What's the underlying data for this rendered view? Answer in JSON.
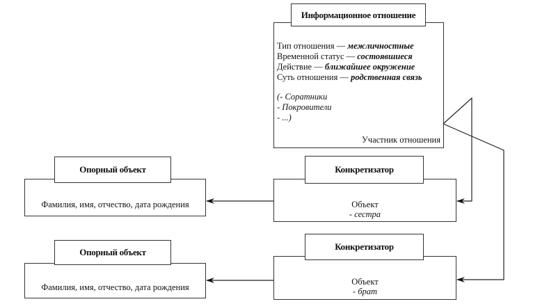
{
  "info_relation": {
    "title": "Информационное отношение",
    "attributes": [
      {
        "label": "Тип отношения —",
        "value": "межличностные"
      },
      {
        "label": "Временной статус —",
        "value": "состоявшиеся"
      },
      {
        "label": "Действие —",
        "value": "ближайшее окружение"
      },
      {
        "label": "Суть отношения —",
        "value": "родственная связь"
      }
    ],
    "alternatives": [
      "(- Соратники",
      "- Покровители",
      "- ...)"
    ],
    "footer": "Участник отношения"
  },
  "concretizers": [
    {
      "title": "Конкретизатор",
      "object_label": "Объект",
      "object_value": "- сестра"
    },
    {
      "title": "Конкретизатор",
      "object_label": "Объект",
      "object_value": "- брат"
    }
  ],
  "reference_objects": [
    {
      "title": "Опорный объект",
      "content": "Фамилия, имя, отчество, дата рождения"
    },
    {
      "title": "Опорный объект",
      "content": "Фамилия, имя, отчество, дата рождения"
    }
  ]
}
